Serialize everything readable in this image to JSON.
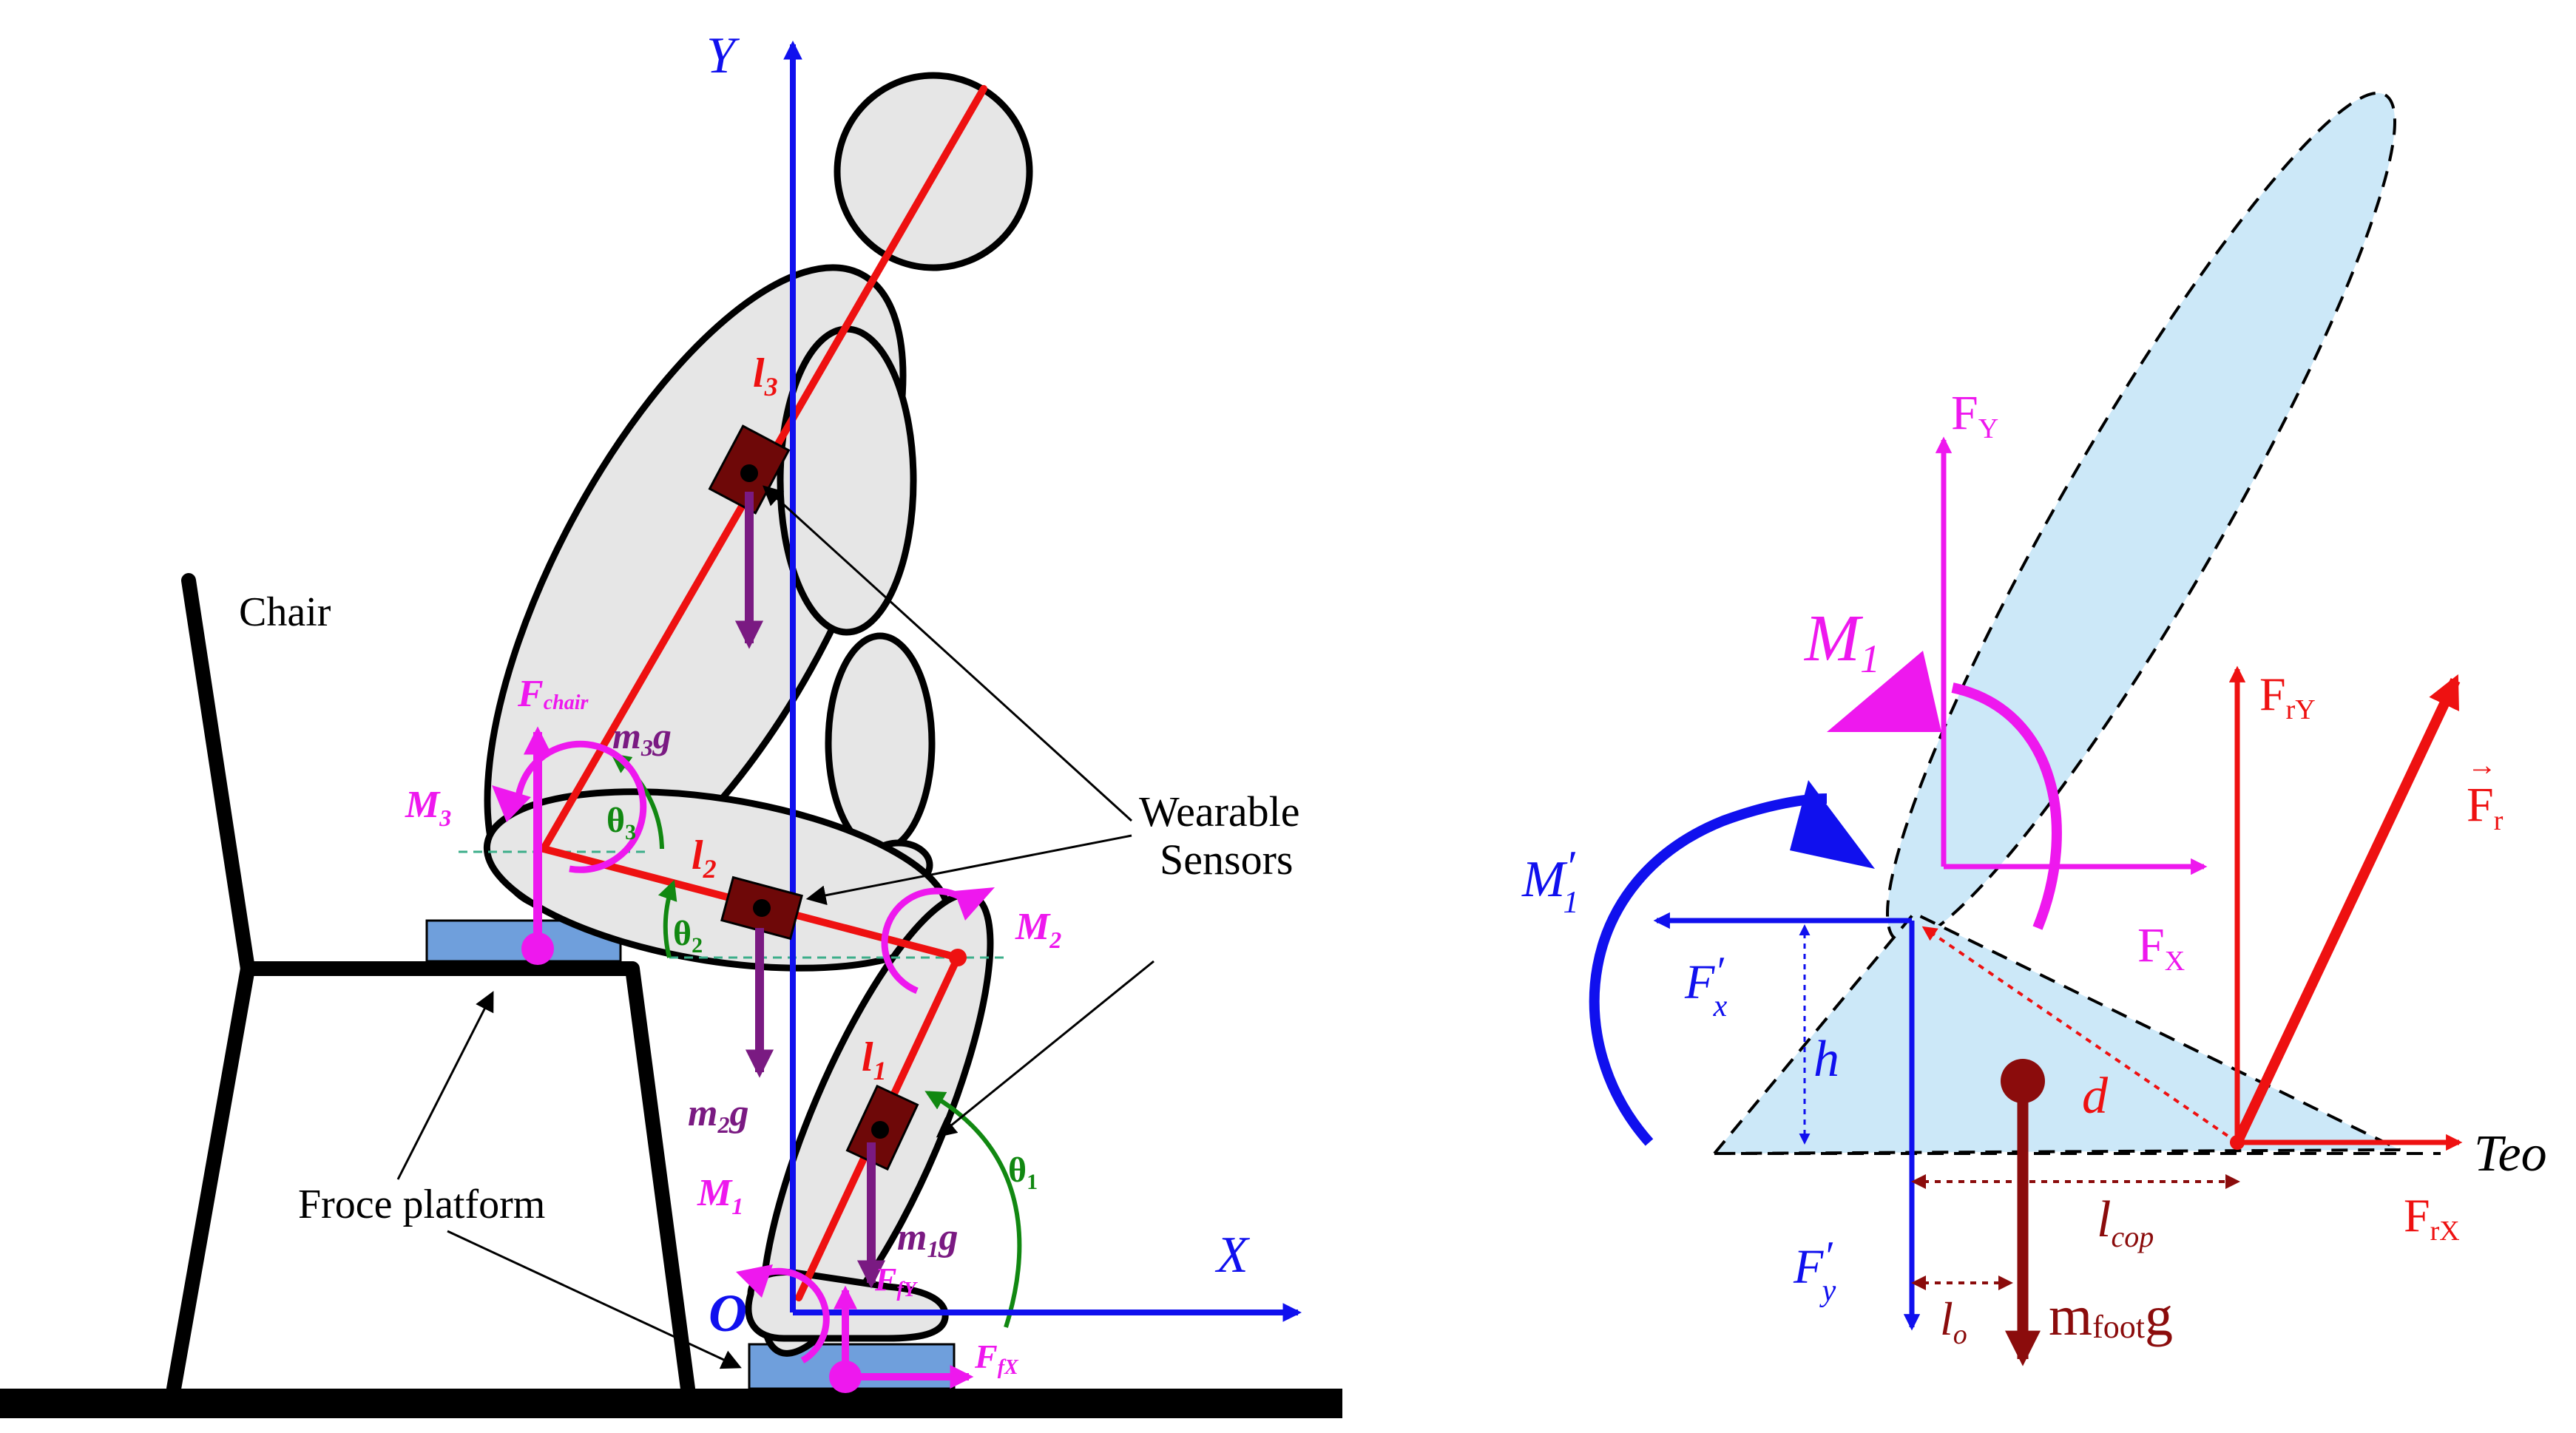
{
  "colors": {
    "blue": "#1010ee",
    "magenta": "#ee18ee",
    "red": "#ee1111",
    "green": "#118811",
    "purple": "#7a1a82",
    "darkred": "#8b0c0c",
    "body_fill": "#e6e6e6",
    "foot_fill": "#cce8f8",
    "platform": "#6f9fdc",
    "sensor": "#6e0808",
    "black": "#000000"
  },
  "icons": {
    "sensor": "sensor-box-icon",
    "mass": "mass-point-icon",
    "moment": "curved-arrow-icon"
  },
  "left": {
    "axis_y": "Y",
    "axis_x": "X",
    "origin": "O",
    "chair": "Chair",
    "wearable_1": "Wearable",
    "wearable_2": "Sensors",
    "froce": "Froce platform",
    "l3": "l",
    "l3_sub": "3",
    "l2": "l",
    "l2_sub": "2",
    "l1": "l",
    "l1_sub": "1",
    "f_chair": "F",
    "f_chair_sub": "chair",
    "m3g_m": "m",
    "m3g_sub": "3",
    "m3g_g": "g",
    "m2g_m": "m",
    "m2g_sub": "2",
    "m2g_g": "g",
    "m1g_m": "m",
    "m1g_sub": "1",
    "m1g_g": "g",
    "M3": "M",
    "M3_sub": "3",
    "M2": "M",
    "M2_sub": "2",
    "M1": "M",
    "M1_sub": "1",
    "theta1": "θ",
    "theta1_sub": "1",
    "theta2": "θ",
    "theta2_sub": "2",
    "theta3": "θ",
    "theta3_sub": "3",
    "ffy": "F",
    "ffy_sub": "fY",
    "ffx": "F",
    "ffx_sub": "fX"
  },
  "right": {
    "FY": "F",
    "FY_sub": "Y",
    "FX": "F",
    "FX_sub": "X",
    "M1": "M",
    "M1_sub": "1",
    "M1p": "M",
    "M1p_prime": "′",
    "M1p_sub": "1",
    "Fxp": "F",
    "Fxp_prime": "′",
    "Fxp_sub": "x",
    "Fyp": "F",
    "Fyp_prime": "′",
    "Fyp_sub": "y",
    "h": "h",
    "d": "d",
    "FrY": "F",
    "FrY_sub": "rY",
    "FrX": "F",
    "FrX_sub": "rX",
    "Fr": "F",
    "Fr_vec": "→",
    "Fr_sub": "r",
    "Teo": "Teo",
    "lcop": "l",
    "lcop_sub": "cop",
    "lo": "l",
    "lo_sub": "o",
    "mfoot_m": "m",
    "mfoot_sub": "foot",
    "mfoot_g": "g"
  }
}
